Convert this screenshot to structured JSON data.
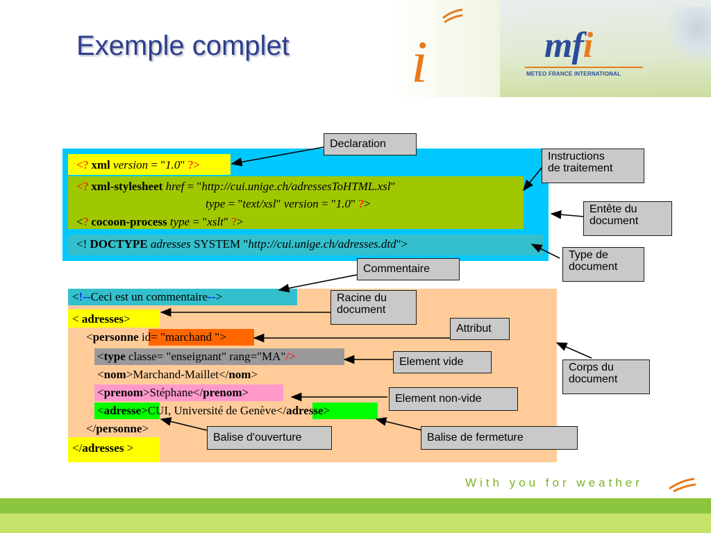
{
  "header": {
    "title": "Exemple complet",
    "big_letter": "i",
    "logo": {
      "m": "mf",
      "i": "i",
      "subtitle": "METEO FRANCE INTERNATIONAL"
    }
  },
  "colors": {
    "title": "#2e3e8c",
    "prolog_box": "#00c8ff",
    "declaration_bg": "#ffff00",
    "instructions_bg": "#a0c800",
    "doctype_bg": "#33c0cc",
    "body_box": "#ffcc99",
    "comment_bg": "#33c0cc",
    "root_bg": "#ffff00",
    "attribute_bg": "#ff6600",
    "empty_elem_bg": "#999999",
    "prenom_bg": "#ff99cc",
    "adresse_bg": "#00ff00",
    "callout_bg": "#c9c9c9",
    "footer_green": "#8cc63f",
    "footer_light": "#c5e36a"
  },
  "code": {
    "decl": {
      "open": "<?",
      "kw": "xml",
      "attr": "version",
      "eq": " = \"",
      "val": "1.0",
      "close_q": "\"",
      "end": "?>"
    },
    "pi1": {
      "open": "<?",
      "kw": "xml-stylesheet",
      "attr": "href",
      "eq": " = \"",
      "val": "http://cui.unige.ch/adressesToHTML.xsl",
      "close_q": "\""
    },
    "pi1b": {
      "attr1": "type",
      "eq1": " = \"",
      "val1": "text/xsl",
      "mid": "\" ",
      "attr2": "version",
      "eq2": " = \"",
      "val2": "1.0",
      "close_q": "\" ",
      "end_q": "?",
      "end_gt": ">"
    },
    "pi2": {
      "open_lt": "<",
      "open_q": "?",
      "kw": "cocoon-process",
      "attr": "type",
      "eq": " = \"",
      "val": "xslt",
      "close_q": "\" ",
      "end_q": "?",
      "end_gt": ">"
    },
    "doctype": {
      "open": "<! ",
      "kw": "DOCTYPE",
      "name": "adresses",
      "sys": " SYSTEM \"",
      "url": "http://cui.unige.ch/adresses.dtd",
      "end": "\">"
    },
    "comment": {
      "open_lt": "<",
      "open_dash": "!--",
      "text": "Ceci est un commentaire",
      "close_dash": "--",
      "close_gt": ">"
    },
    "root_open": {
      "lt": "< ",
      "name": "adresses",
      "gt": ">"
    },
    "personne": {
      "lt": "<",
      "name": "personne",
      "attr": " id= \"marchand \"",
      "gt": ">"
    },
    "type_line": {
      "lt": "<",
      "name": "type",
      "attrs": " classe= \"enseignant\" rang=\"MA\"",
      "end": "/>"
    },
    "nom_line": {
      "lt1": "<",
      "open": "nom",
      "gt1": ">",
      "text": "Marchand-Maillet",
      "lt2": "</",
      "close": "nom",
      "gt2": ">"
    },
    "prenom_line": {
      "lt1": "<",
      "open": "prenom",
      "gt1": ">",
      "text": "Stéphane",
      "lt2": "</",
      "close": "prenom",
      "gt2": ">"
    },
    "adresse_line": {
      "lt1": "<",
      "open": "adresse",
      "gt1": ">",
      "text": "CUI, Université de Genève",
      "lt2": "</",
      "close": "adresse",
      "gt2": ">"
    },
    "personne_close": {
      "lt": "</",
      "name": "personne",
      "gt": ">"
    },
    "root_close": {
      "lt": "</",
      "name": "adresses",
      "gt": " >"
    }
  },
  "callouts": {
    "declaration": "Declaration",
    "instructions": [
      "Instructions",
      "de traitement"
    ],
    "entete": [
      "Entête du",
      "document"
    ],
    "type_doc": [
      "Type de",
      "document"
    ],
    "commentaire": "Commentaire",
    "racine": [
      "Racine du",
      "document"
    ],
    "attribut": "Attribut",
    "element_vide": "Element vide",
    "corps": [
      "Corps du",
      "document"
    ],
    "element_non_vide": "Element non-vide",
    "balise_ouverture": "Balise d'ouverture",
    "balise_fermeture": "Balise de fermeture"
  },
  "footer": {
    "tagline": "With you for weather"
  }
}
